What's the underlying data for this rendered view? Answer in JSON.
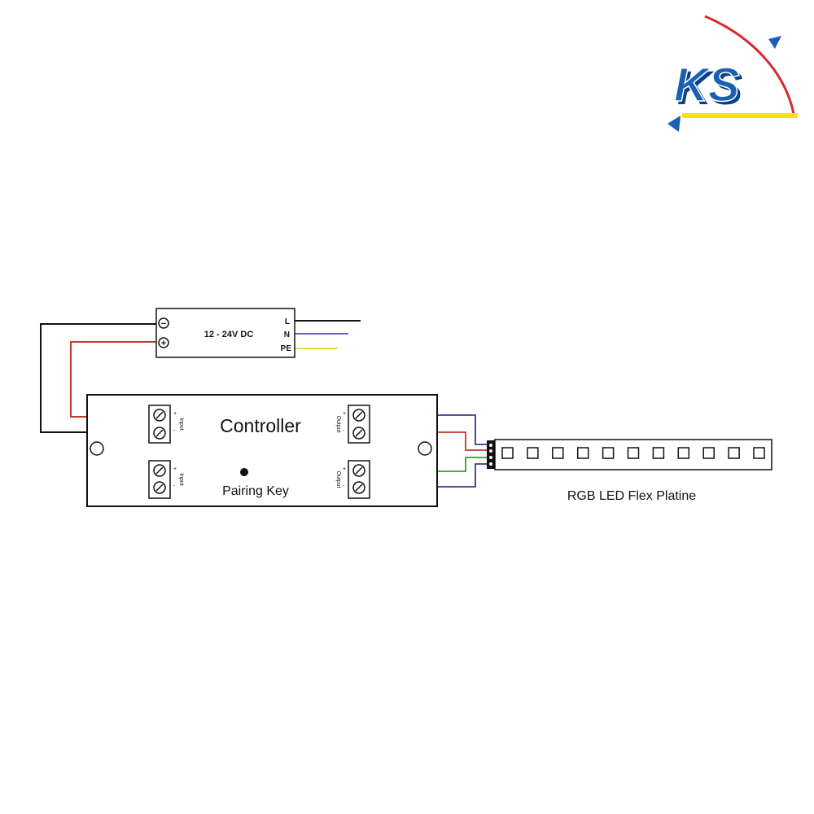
{
  "logo": {
    "text": "KS",
    "colors": {
      "blue": "#1a5fb4",
      "red": "#d42b2b",
      "yellow": "#ffe100"
    }
  },
  "power_supply": {
    "label": "12 - 24V DC",
    "terminal_minus": "−",
    "terminal_plus": "+",
    "mains_labels": [
      "L",
      "N",
      "PE"
    ]
  },
  "controller": {
    "title": "Controller",
    "pairing_label": "Pairing Key",
    "input_label": "Input",
    "output_label": "Output",
    "terminal_marks": [
      "+",
      "-"
    ]
  },
  "led_strip": {
    "label": "RGB LED Flex Platine",
    "led_count": 11
  },
  "wire_colors": {
    "black": "#111111",
    "red": "#c0392b",
    "blue": "#2a3a9a",
    "yellow": "#f0d000",
    "green": "#3a9a2a",
    "purple": "#3a3a8a"
  }
}
